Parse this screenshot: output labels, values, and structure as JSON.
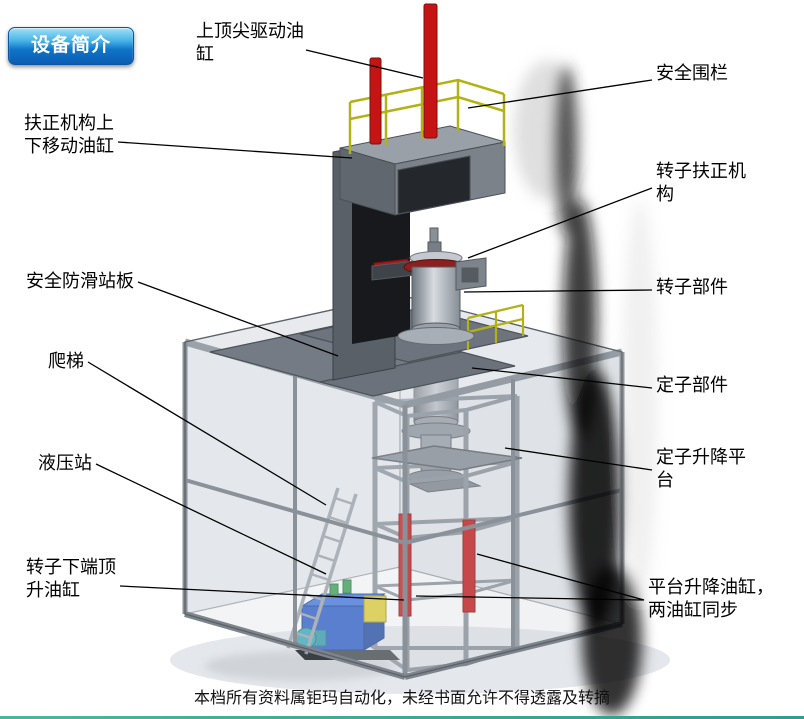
{
  "badge": {
    "label": "设备简介"
  },
  "labels": [
    {
      "id": "top-center-drive-cylinder",
      "text": "上顶尖驱动油\n缸"
    },
    {
      "id": "safety-fence",
      "text": "安全围栏"
    },
    {
      "id": "righting-mechanism-cylinder",
      "text": "扶正机构上\n下移动油缸"
    },
    {
      "id": "rotor-righting-mechanism",
      "text": "转子扶正机\n构"
    },
    {
      "id": "anti-slip-platform",
      "text": "安全防滑站板"
    },
    {
      "id": "rotor-component",
      "text": "转子部件"
    },
    {
      "id": "ladder",
      "text": "爬梯"
    },
    {
      "id": "stator-component",
      "text": "定子部件"
    },
    {
      "id": "hydraulic-station",
      "text": "液压站"
    },
    {
      "id": "stator-lifting-platform",
      "text": "定子升降平\n台"
    },
    {
      "id": "rotor-bottom-jack-cylinder",
      "text": "转子下端顶\n升油缸"
    },
    {
      "id": "platform-lifting-cylinders",
      "text": "平台升降油缸，\n两油缸同步"
    }
  ],
  "footer": {
    "text": "本档所有资料属钜玛自动化，未经书面允许不得透露及转摘"
  },
  "colors": {
    "badge_blue": "#0b5cb2",
    "cylinder_red": "#c41414",
    "railing_yellow": "#b2b216",
    "hydraulic_blue": "#2458c8",
    "bottom_line_teal": "#2e9e8e"
  }
}
